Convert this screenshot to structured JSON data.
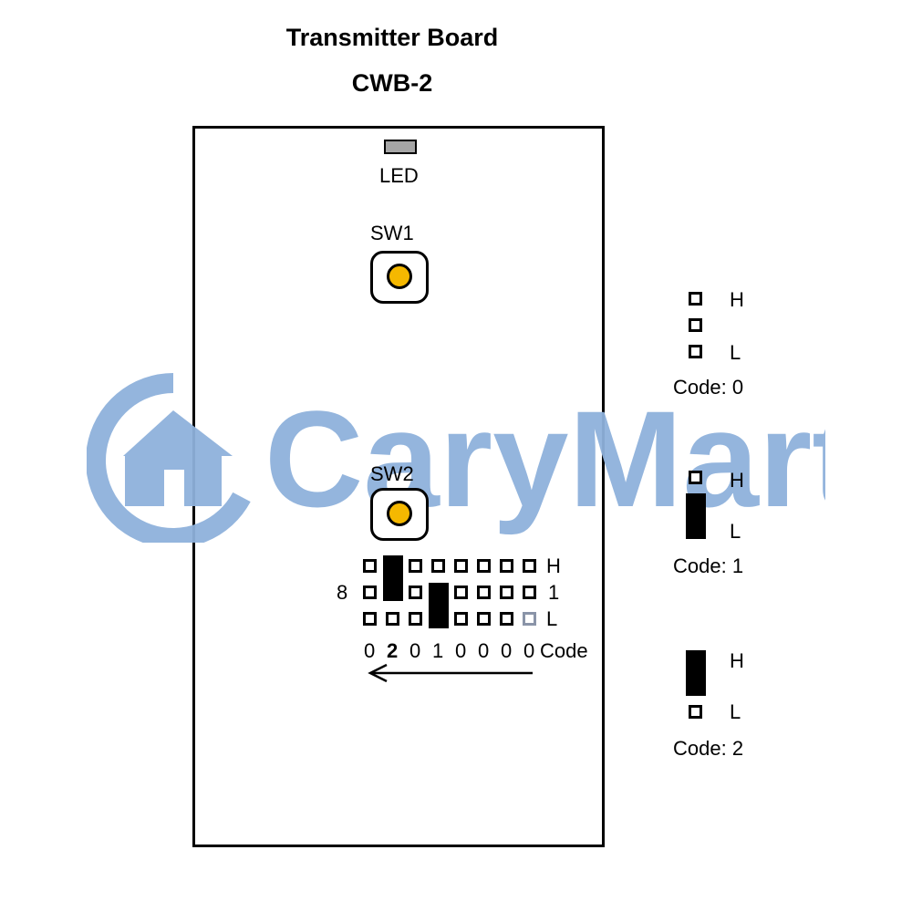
{
  "title": {
    "line1": "Transmitter Board",
    "line2": "CWB-2"
  },
  "board": {
    "led_label": "LED",
    "sw1_label": "SW1",
    "sw2_label": "SW2",
    "row_labels": {
      "h": "H",
      "one": "1",
      "l": "L"
    },
    "left_label": "8",
    "code_digits": [
      "0",
      "2",
      "0",
      "1",
      "0",
      "0",
      "0"
    ],
    "code_word": "Code"
  },
  "legend": [
    {
      "h": "H",
      "l": "L",
      "code": "Code: 0"
    },
    {
      "h": "H",
      "l": "L",
      "code": "Code: 1"
    },
    {
      "h": "H",
      "l": "L",
      "code": "Code: 2"
    }
  ],
  "watermark": {
    "text": "CaryMart"
  },
  "colors": {
    "knob": "#f5b800",
    "led": "#a6a6a6",
    "watermark": "#8fb2dc"
  }
}
